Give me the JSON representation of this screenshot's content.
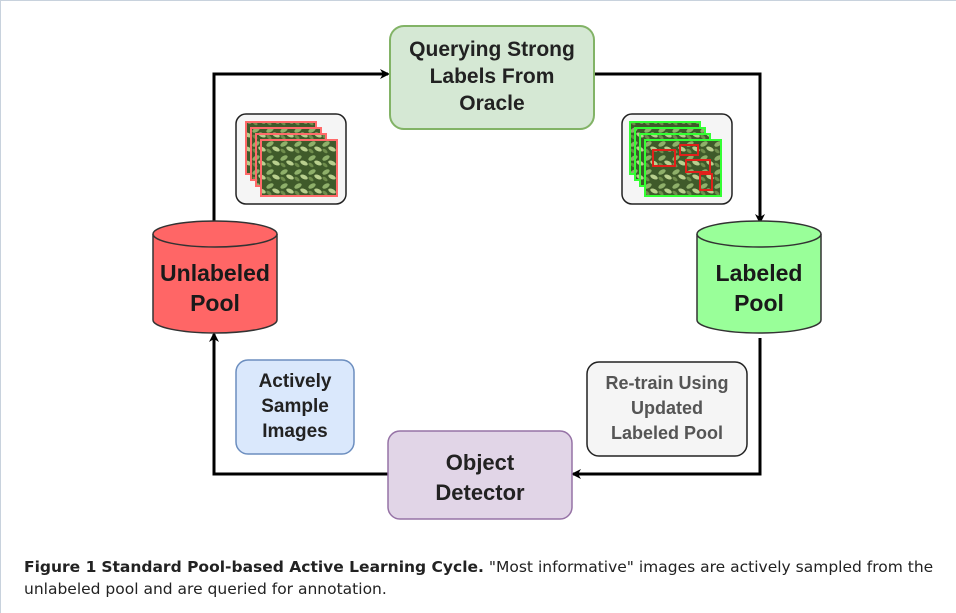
{
  "nodes": {
    "oracle": [
      "Querying Strong",
      "Labels From",
      "Oracle"
    ],
    "labeled_pool": [
      "Labeled",
      "Pool"
    ],
    "unlabeled_pool": [
      "Unlabeled",
      "Pool"
    ],
    "retrain": [
      "Re-train Using",
      "Updated",
      "Labeled Pool"
    ],
    "detector": [
      "Object",
      "Detector"
    ],
    "sample": [
      "Actively",
      "Sample",
      "Images"
    ]
  },
  "caption": {
    "label": "Figure 1",
    "title": "Standard Pool-based Active Learning Cycle.",
    "body": "\"Most informative\" images are actively sampled from the unlabeled pool and are queried for annotation."
  },
  "colors": {
    "oracle_fill": "#d5e8d4",
    "oracle_stroke": "#82b366",
    "labeled_fill": "#99ff99",
    "unlabeled_fill": "#ff6666",
    "retrain_fill": "#f5f5f5",
    "detector_fill": "#e1d5e7",
    "detector_stroke": "#9673a6",
    "sample_fill": "#dae8fc",
    "sample_stroke": "#6c8ebf"
  }
}
